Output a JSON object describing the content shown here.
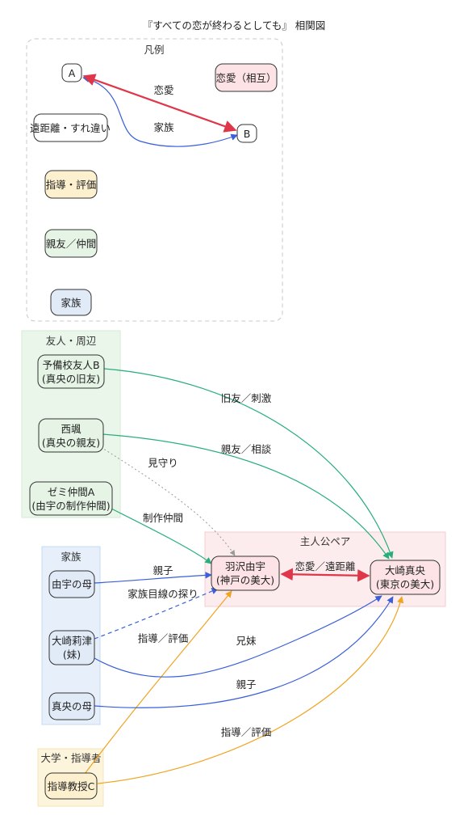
{
  "title": "『すべての恋が終わるとしても』 相関図",
  "legend": {
    "label": "凡例",
    "node_a": "A",
    "node_b": "B",
    "edge_romance": "恋愛",
    "edge_family": "家族",
    "items": {
      "romance_mutual": "恋愛（相互）",
      "long_distance": "遠距離・すれ違い",
      "guidance": "指導・評価",
      "friend": "親友／仲間",
      "family": "家族"
    }
  },
  "clusters": {
    "friends": "友人・周辺",
    "family": "家族",
    "main_pair": "主人公ペア",
    "university": "大学・指導者"
  },
  "nodes": {
    "yobiko_friend": [
      "予備校友人B",
      "(真央の旧友)"
    ],
    "nishikaze": [
      "西颯",
      "(真央の親友)"
    ],
    "zemi_friend": [
      "ゼミ仲間A",
      "(由宇の制作仲間)"
    ],
    "yuu_mother": [
      "由宇の母"
    ],
    "osaki_ritsu": [
      "大崎莉津",
      "(妹)"
    ],
    "mao_mother": [
      "真央の母"
    ],
    "professor": [
      "指導教授C"
    ],
    "hazawa_yuu": [
      "羽沢由宇",
      "(神戸の美大)"
    ],
    "osaki_mao": [
      "大崎真央",
      "(東京の美大)"
    ]
  },
  "edges": {
    "old_friend": "旧友／刺激",
    "best_friend": "親友／相談",
    "watching": "見守り",
    "production": "制作仲間",
    "romance": "恋愛／遠距離",
    "parent_child_1": "親子",
    "family_view": "家族目線の探り",
    "guidance_1": "指導／評価",
    "siblings": "兄妹",
    "parent_child_2": "親子",
    "guidance_2": "指導／評価"
  },
  "colors": {
    "romance": "#e0364a",
    "family": "#3a5fd9",
    "friend": "#27ae7f",
    "guidance": "#f0a422",
    "watch": "#999999",
    "fill_romance": "#fde3e6",
    "fill_family": "#e1ebf8",
    "fill_friend": "#e6f4e6",
    "fill_guidance": "#fdf0cf"
  }
}
